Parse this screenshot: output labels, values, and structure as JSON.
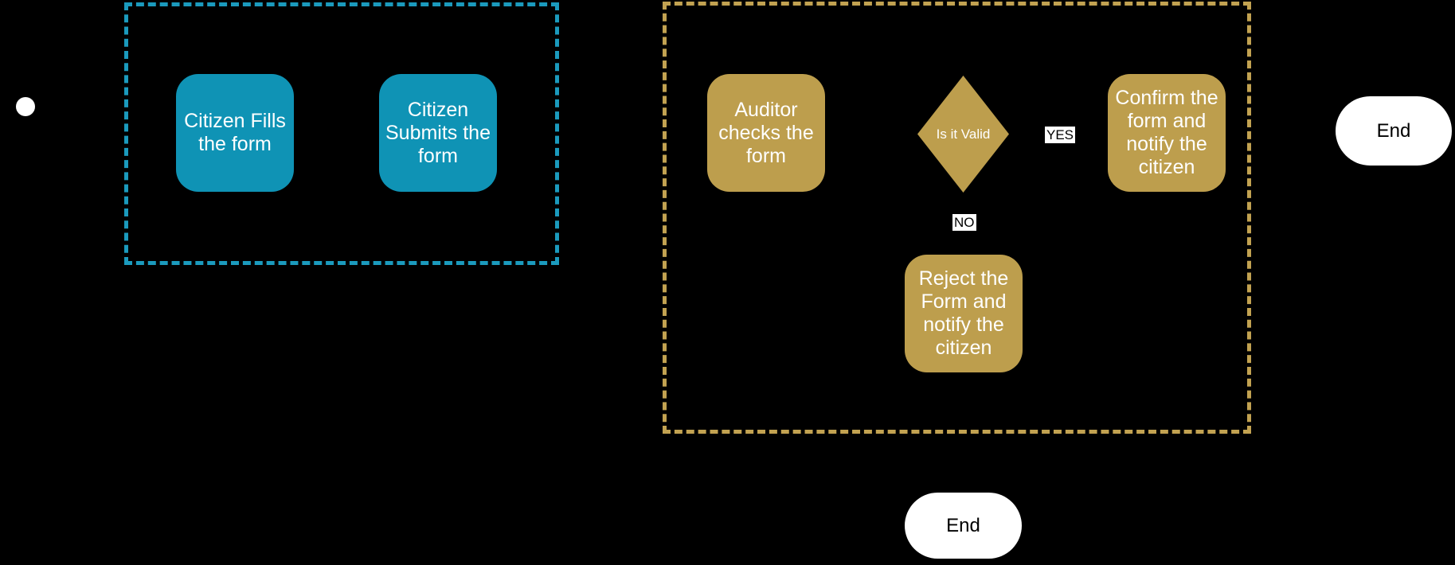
{
  "colors": {
    "background": "#000000",
    "teal_fill": "#0f93b5",
    "teal_border": "#1b9abd",
    "gold_fill": "#bd9e4d",
    "gold_border": "#c2a251",
    "node_text": "#ffffff",
    "end_fill": "#ffffff",
    "end_text": "#000000",
    "edge_label_bg": "#ffffff",
    "edge_label_text": "#000000"
  },
  "flowchart": {
    "nodes": {
      "citizen_fills": {
        "shape": "process",
        "label": "Citizen Fills\nthe form"
      },
      "citizen_submits": {
        "shape": "process",
        "label": "Citizen\nSubmits the\nform"
      },
      "auditor_checks": {
        "shape": "process",
        "label": "Auditor\nchecks the\nform"
      },
      "is_it_valid": {
        "shape": "decision",
        "label": "Is it Valid"
      },
      "confirm_form": {
        "shape": "process",
        "label": "Confirm the\nform and\nnotify the\ncitizen"
      },
      "reject_form": {
        "shape": "process",
        "label": "Reject the\nForm and\nnotify the\ncitizen"
      },
      "end_right": {
        "shape": "terminator",
        "label": "End"
      },
      "end_bottom": {
        "shape": "terminator",
        "label": "End"
      }
    },
    "edge_labels": {
      "yes": "YES",
      "no": "NO"
    }
  }
}
